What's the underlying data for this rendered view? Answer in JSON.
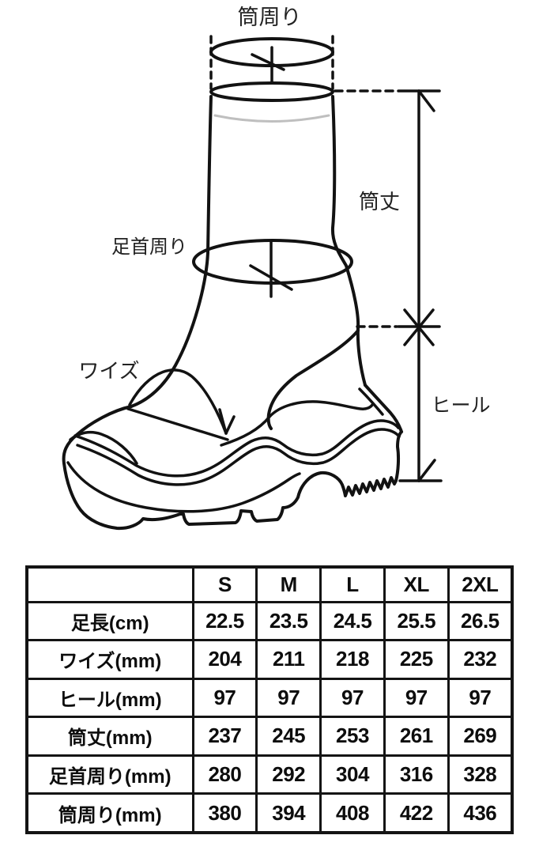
{
  "diagram": {
    "labels": {
      "shaft_circumference": "筒周り",
      "shaft_height": "筒丈",
      "ankle_circumference": "足首周り",
      "width": "ワイズ",
      "heel": "ヒール"
    },
    "stroke_color": "#121212",
    "inner_sock_line_color": "#bfbfbf"
  },
  "table": {
    "column_headers": [
      "S",
      "M",
      "L",
      "XL",
      "2XL"
    ],
    "rows": [
      {
        "label": "足長(cm)",
        "values": [
          "22.5",
          "23.5",
          "24.5",
          "25.5",
          "26.5"
        ]
      },
      {
        "label": "ワイズ(mm)",
        "values": [
          "204",
          "211",
          "218",
          "225",
          "232"
        ]
      },
      {
        "label": "ヒール(mm)",
        "values": [
          "97",
          "97",
          "97",
          "97",
          "97"
        ]
      },
      {
        "label": "筒丈(mm)",
        "values": [
          "237",
          "245",
          "253",
          "261",
          "269"
        ]
      },
      {
        "label": "足首周り(mm)",
        "values": [
          "280",
          "292",
          "304",
          "316",
          "328"
        ]
      },
      {
        "label": "筒周り(mm)",
        "values": [
          "380",
          "394",
          "408",
          "422",
          "436"
        ]
      }
    ]
  }
}
